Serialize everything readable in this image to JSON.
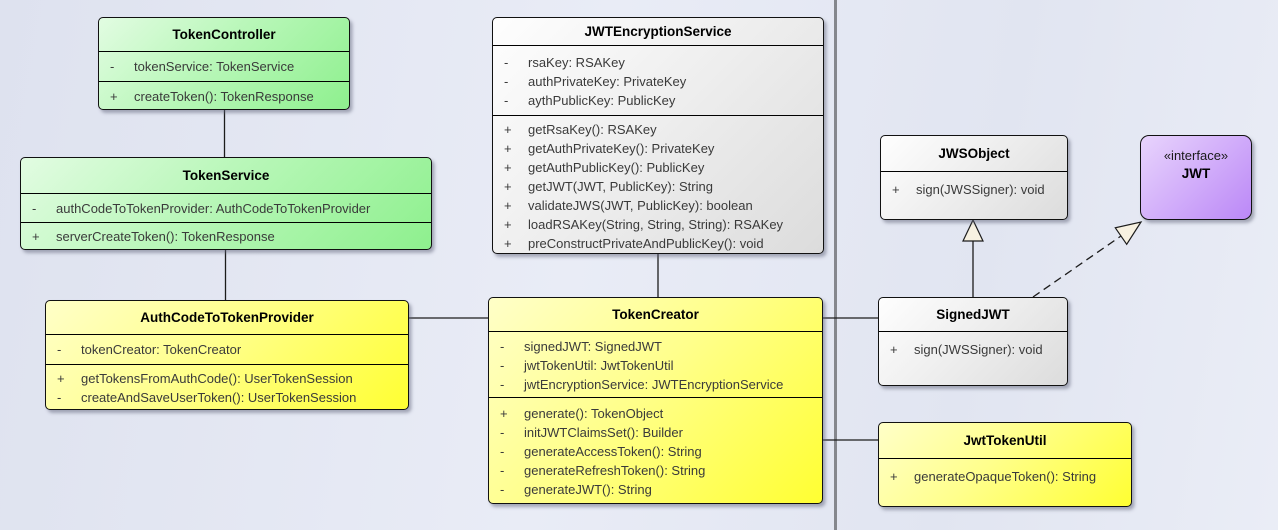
{
  "palette": {
    "background_from": "#DEE2EF",
    "background_to": "#EAEDF6",
    "divider": "#85878D",
    "box_border": "#111111",
    "connector": "#1C1C1C",
    "arrowhead_fill": "#F7F1E1",
    "green_from": "#E2FCE2",
    "green_to": "#8EF08E",
    "yellow_from": "#FFFFC8",
    "yellow_to": "#FFFF32",
    "gray_from": "#FEFEFE",
    "gray_to": "#DCDCDC",
    "purple_from": "#E8D4FC",
    "purple_to": "#BB88F7"
  },
  "classes": [
    {
      "name": "TokenController",
      "color": "green",
      "attributes": [
        {
          "vis": "-",
          "text": "tokenService: TokenService"
        }
      ],
      "methods": [
        {
          "vis": "+",
          "text": "createToken(): TokenResponse"
        }
      ]
    },
    {
      "name": "TokenService",
      "color": "green",
      "attributes": [
        {
          "vis": "-",
          "text": "authCodeToTokenProvider: AuthCodeToTokenProvider"
        }
      ],
      "methods": [
        {
          "vis": "+",
          "text": "serverCreateToken(): TokenResponse"
        }
      ]
    },
    {
      "name": "JWTEncryptionService",
      "color": "gray",
      "attributes": [
        {
          "vis": "-",
          "text": "rsaKey: RSAKey"
        },
        {
          "vis": "-",
          "text": "authPrivateKey: PrivateKey"
        },
        {
          "vis": "-",
          "text": "aythPublicKey: PublicKey"
        }
      ],
      "methods": [
        {
          "vis": "+",
          "text": "getRsaKey(): RSAKey"
        },
        {
          "vis": "+",
          "text": "getAuthPrivateKey(): PrivateKey"
        },
        {
          "vis": "+",
          "text": "getAuthPublicKey(): PublicKey"
        },
        {
          "vis": "+",
          "text": "getJWT(JWT, PublicKey): String"
        },
        {
          "vis": "+",
          "text": "validateJWS(JWT, PublicKey): boolean"
        },
        {
          "vis": "+",
          "text": "loadRSAKey(String, String, String): RSAKey"
        },
        {
          "vis": "+",
          "text": "preConstructPrivateAndPublicKey(): void"
        }
      ]
    },
    {
      "name": "AuthCodeToTokenProvider",
      "color": "yellow",
      "attributes": [
        {
          "vis": "-",
          "text": "tokenCreator: TokenCreator"
        }
      ],
      "methods": [
        {
          "vis": "+",
          "text": "getTokensFromAuthCode(): UserTokenSession"
        },
        {
          "vis": "-",
          "text": "createAndSaveUserToken(): UserTokenSession"
        }
      ]
    },
    {
      "name": "TokenCreator",
      "color": "yellow",
      "attributes": [
        {
          "vis": "-",
          "text": "signedJWT: SignedJWT"
        },
        {
          "vis": "-",
          "text": "jwtTokenUtil: JwtTokenUtil"
        },
        {
          "vis": "-",
          "text": "jwtEncryptionService: JWTEncryptionService"
        }
      ],
      "methods": [
        {
          "vis": "+",
          "text": "generate(): TokenObject"
        },
        {
          "vis": "-",
          "text": "initJWTClaimsSet(): Builder"
        },
        {
          "vis": "-",
          "text": "generateAccessToken(): String"
        },
        {
          "vis": "-",
          "text": "generateRefreshToken(): String"
        },
        {
          "vis": "-",
          "text": "generateJWT(): String"
        }
      ]
    },
    {
      "name": "JWSObject",
      "color": "gray",
      "attributes": [],
      "methods": [
        {
          "vis": "+",
          "text": "sign(JWSSigner): void"
        }
      ]
    },
    {
      "name": "JWT",
      "stereotype": "«interface»",
      "color": "purple",
      "attributes": [],
      "methods": []
    },
    {
      "name": "SignedJWT",
      "color": "gray",
      "attributes": [],
      "methods": [
        {
          "vis": "+",
          "text": "sign(JWSSigner): void"
        }
      ]
    },
    {
      "name": "JwtTokenUtil",
      "color": "yellow",
      "attributes": [],
      "methods": [
        {
          "vis": "+",
          "text": "generateOpaqueToken(): String"
        }
      ]
    }
  ],
  "relationships": [
    {
      "from": "TokenController",
      "to": "TokenService",
      "type": "association"
    },
    {
      "from": "TokenService",
      "to": "AuthCodeToTokenProvider",
      "type": "association"
    },
    {
      "from": "AuthCodeToTokenProvider",
      "to": "TokenCreator",
      "type": "association"
    },
    {
      "from": "JWTEncryptionService",
      "to": "TokenCreator",
      "type": "association"
    },
    {
      "from": "TokenCreator",
      "to": "SignedJWT",
      "type": "association"
    },
    {
      "from": "TokenCreator",
      "to": "JwtTokenUtil",
      "type": "association"
    },
    {
      "from": "SignedJWT",
      "to": "JWSObject",
      "type": "generalization"
    },
    {
      "from": "SignedJWT",
      "to": "JWT",
      "type": "realization"
    }
  ]
}
